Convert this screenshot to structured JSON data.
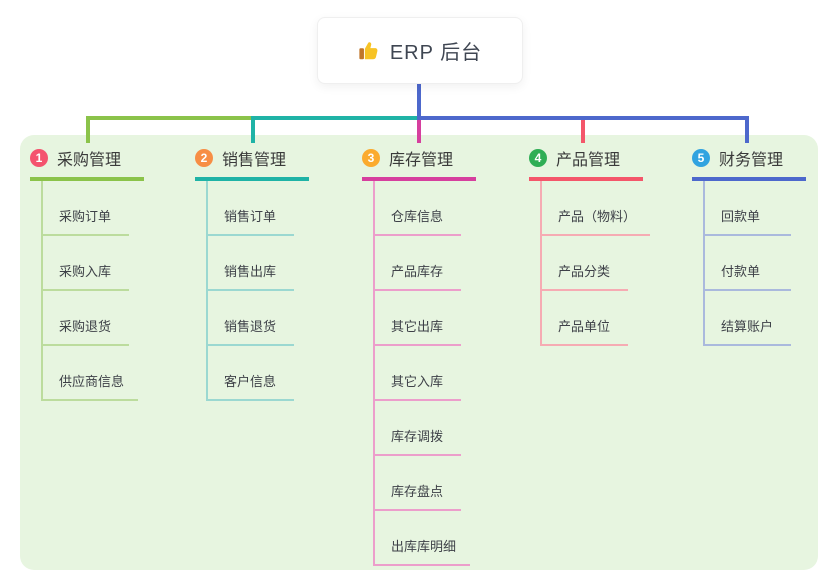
{
  "canvas": {
    "background": "#e7f5e0",
    "page_background": "#ffffff"
  },
  "root": {
    "label": "ERP 后台",
    "icon": "thumbs-up-icon",
    "connector_color": "#4d68cc"
  },
  "branches": [
    {
      "number": "1",
      "label": "采购管理",
      "badge_color": "#f4536e",
      "line_color": "#8bc34a",
      "light_line_color": "#bcdc9d",
      "children": [
        "采购订单",
        "采购入库",
        "采购退货",
        "供应商信息"
      ]
    },
    {
      "number": "2",
      "label": "销售管理",
      "badge_color": "#f78e45",
      "line_color": "#1fb3a6",
      "light_line_color": "#9bd8d1",
      "children": [
        "销售订单",
        "销售出库",
        "销售退货",
        "客户信息"
      ]
    },
    {
      "number": "3",
      "label": "库存管理",
      "badge_color": "#fbab2e",
      "line_color": "#d63f9e",
      "light_line_color": "#ec9ecb",
      "children": [
        "仓库信息",
        "产品库存",
        "其它出库",
        "其它入库",
        "库存调拨",
        "库存盘点",
        "出库库明细"
      ]
    },
    {
      "number": "4",
      "label": "产品管理",
      "badge_color": "#2fae55",
      "line_color": "#f4566a",
      "light_line_color": "#f6abb3",
      "children": [
        "产品（物料）",
        "产品分类",
        "产品单位"
      ]
    },
    {
      "number": "5",
      "label": "财务管理",
      "badge_color": "#31a3e0",
      "line_color": "#4d68cc",
      "light_line_color": "#aab9dd",
      "children": [
        "回款单",
        "付款单",
        "结算账户"
      ]
    }
  ]
}
